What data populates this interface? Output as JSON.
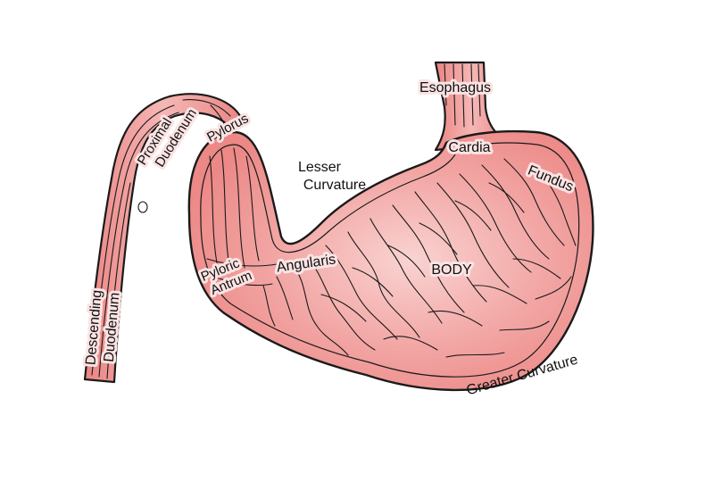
{
  "labels": {
    "esophagus": "Esophagus",
    "cardia": "Cardia",
    "fundus": "Fundus",
    "lesser_curvature_1": "Lesser",
    "lesser_curvature_2": "Curvature",
    "pylorus": "Pylorus",
    "proximal_duodenum_1": "Proximal",
    "proximal_duodenum_2": "Duodenum",
    "pyloric_antrum_1": "Pyloric",
    "pyloric_antrum_2": "Antrum",
    "angularis": "Angularis",
    "body": "BODY",
    "descending_duodenum_1": "Descending",
    "descending_duodenum_2": "Duodenum",
    "greater_curvature": "Greater Curvature"
  },
  "colors": {
    "tissue": "#ee8a8a",
    "tissue_light": "#f7c6c4",
    "outline": "#1a1a1a",
    "background": "#ffffff"
  }
}
